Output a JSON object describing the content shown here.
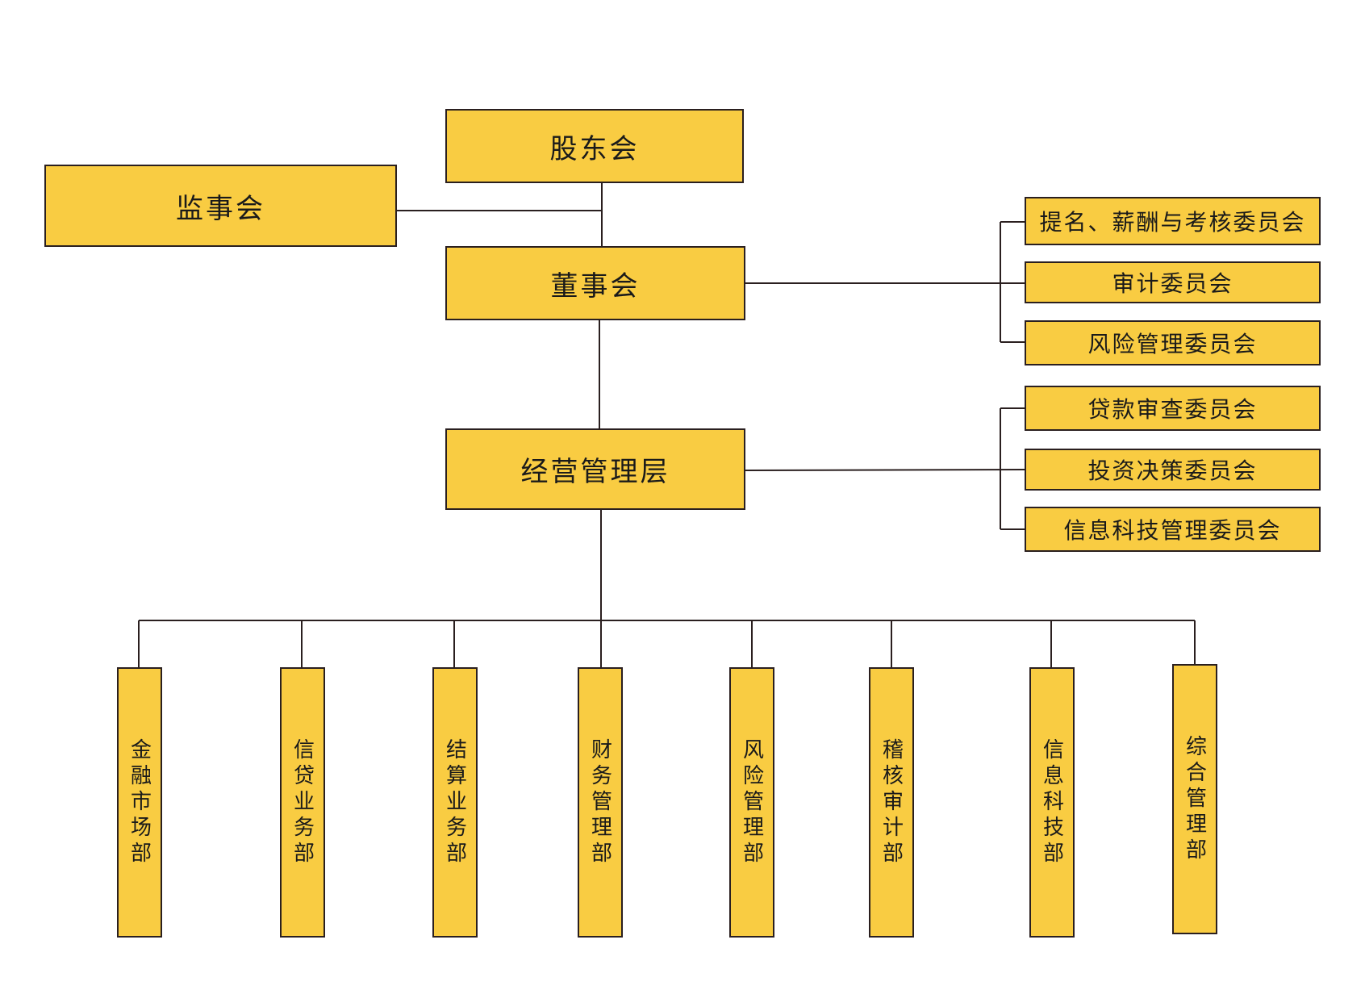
{
  "nodes": {
    "shareholders": "股东会",
    "supervisors": "监事会",
    "board": "董事会",
    "management": "经营管理层"
  },
  "board_committees": [
    "提名、薪酬与考核委员会",
    "审计委员会",
    "风险管理委员会"
  ],
  "management_committees": [
    "贷款审查委员会",
    "投资决策委员会",
    "信息科技管理委员会"
  ],
  "departments": [
    "金融市场部",
    "信贷业务部",
    "结算业务部",
    "财务管理部",
    "风险管理部",
    "稽核审计部",
    "信息科技部",
    "综合管理部"
  ],
  "colors": {
    "box_fill": "#f9cc42",
    "line": "#2a1f1f"
  }
}
